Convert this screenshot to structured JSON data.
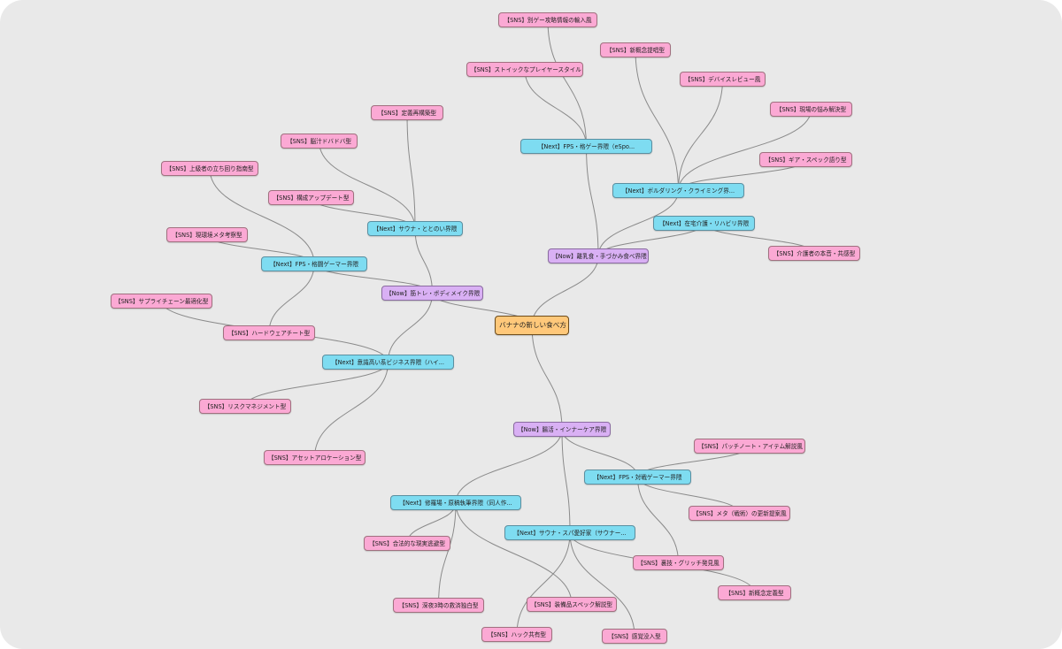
{
  "colors": {
    "background": "#e9e9e9",
    "edge": "#8a8a8a",
    "root_fill": "#ffc87a",
    "now_fill": "#d9b0f4",
    "next_fill": "#7edcf1",
    "sns_fill": "#fba9d4"
  },
  "nodes": [
    {
      "id": "root",
      "type": "root",
      "label": "バナナの新しい食べ方"
    },
    {
      "id": "now-muscle",
      "type": "now",
      "label": "【Now】筋トレ・ボディメイク界隈"
    },
    {
      "id": "now-baby",
      "type": "now",
      "label": "【Now】離乳食・手づかみ食べ界隈"
    },
    {
      "id": "now-gut",
      "type": "now",
      "label": "【Now】腸活・インナーケア界隈"
    },
    {
      "id": "next-sauna",
      "type": "next",
      "label": "【Next】サウナ・ととのい界隈"
    },
    {
      "id": "next-fps1",
      "type": "next",
      "label": "【Next】FPS・格闘ゲーマー界隈"
    },
    {
      "id": "next-biz",
      "type": "next",
      "label": "【Next】意識高い系ビジネス界隈（ハイ..."
    },
    {
      "id": "next-fps-esports",
      "type": "next",
      "label": "【Next】FPS・格ゲー界隈（eSpo..."
    },
    {
      "id": "next-bouldering",
      "type": "next",
      "label": "【Next】ボルダリング・クライミング界..."
    },
    {
      "id": "next-care",
      "type": "next",
      "label": "【Next】在宅介護・リハビリ界隈"
    },
    {
      "id": "next-fps2",
      "type": "next",
      "label": "【Next】FPS・対戦ゲーマー界隈"
    },
    {
      "id": "next-shura",
      "type": "next",
      "label": "【Next】修羅場・原稿執筆界隈（同人作..."
    },
    {
      "id": "next-sauna2",
      "type": "next",
      "label": "【Next】サウナ・スパ愛好家（サウナー..."
    },
    {
      "id": "s1",
      "type": "sns",
      "label": "【SNS】別ゲー攻略情報の輸入風"
    },
    {
      "id": "s2",
      "type": "sns",
      "label": "【SNS】新概念提唱型"
    },
    {
      "id": "s3",
      "type": "sns",
      "label": "【SNS】ストイックなプレイヤースタイル"
    },
    {
      "id": "s4",
      "type": "sns",
      "label": "【SNS】デバイスレビュー風"
    },
    {
      "id": "s5",
      "type": "sns",
      "label": "【SNS】定義再構築型"
    },
    {
      "id": "s6",
      "type": "sns",
      "label": "【SNS】現場の悩み解決型"
    },
    {
      "id": "s7",
      "type": "sns",
      "label": "【SNS】脳汁ドバドバ型"
    },
    {
      "id": "s8",
      "type": "sns",
      "label": "【SNS】ギア・スペック語り型"
    },
    {
      "id": "s9",
      "type": "sns",
      "label": "【SNS】上級者の立ち回り指南型"
    },
    {
      "id": "s10",
      "type": "sns",
      "label": "【SNS】構成アップデート型"
    },
    {
      "id": "s11",
      "type": "sns",
      "label": "【SNS】現環境メタ考察型"
    },
    {
      "id": "s12",
      "type": "sns",
      "label": "【SNS】介護者の本音・共感型"
    },
    {
      "id": "s13",
      "type": "sns",
      "label": "【SNS】サプライチェーン最適化型"
    },
    {
      "id": "s14",
      "type": "sns",
      "label": "【SNS】ハードウェアチート型"
    },
    {
      "id": "s15",
      "type": "sns",
      "label": "【SNS】リスクマネジメント型"
    },
    {
      "id": "s16",
      "type": "sns",
      "label": "【SNS】パッチノート・アイテム解説風"
    },
    {
      "id": "s17",
      "type": "sns",
      "label": "【SNS】アセットアロケーション型"
    },
    {
      "id": "s18",
      "type": "sns",
      "label": "【SNS】メタ（戦術）の更新提案風"
    },
    {
      "id": "s19",
      "type": "sns",
      "label": "【SNS】合法的な現実逃避型"
    },
    {
      "id": "s20",
      "type": "sns",
      "label": "【SNS】裏技・グリッチ発見風"
    },
    {
      "id": "s21",
      "type": "sns",
      "label": "【SNS】新概念定義型"
    },
    {
      "id": "s22",
      "type": "sns",
      "label": "【SNS】深夜3時の救済独白型"
    },
    {
      "id": "s23",
      "type": "sns",
      "label": "【SNS】装備品スペック解説型"
    },
    {
      "id": "s24",
      "type": "sns",
      "label": "【SNS】ハック共有型"
    },
    {
      "id": "s25",
      "type": "sns",
      "label": "【SNS】感覚没入型"
    }
  ]
}
